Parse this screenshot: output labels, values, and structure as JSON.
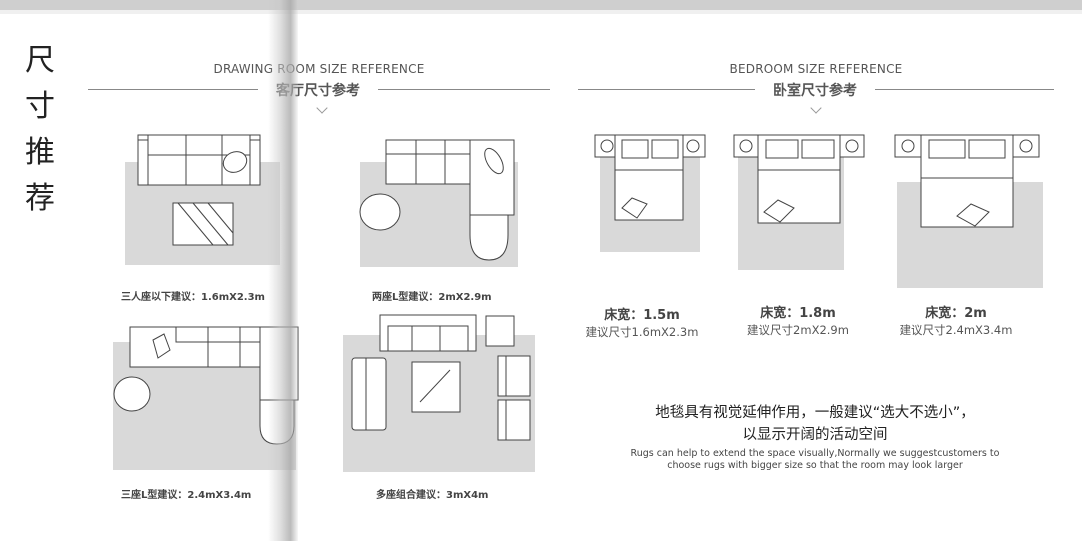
{
  "vertical_title": [
    "尺",
    "寸",
    "推",
    "荐"
  ],
  "living": {
    "title_en": "DRAWING ROOM SIZE REFERENCE",
    "title_cn": "客厅尺寸参考",
    "captions": [
      "三人座以下建议：1.6mX2.3m",
      "两座L型建议：2mX2.9m",
      "三座L型建议：2.4mX3.4m",
      "多座组合建议：3mX4m"
    ]
  },
  "bedroom": {
    "title_en": "BEDROOM SIZE REFERENCE",
    "title_cn": "卧室尺寸参考",
    "beds": [
      {
        "width": "床宽：1.5m",
        "size": "建议尺寸1.6mX2.3m"
      },
      {
        "width": "床宽：1.8m",
        "size": "建议尺寸2mX2.9m"
      },
      {
        "width": "床宽：2m",
        "size": "建议尺寸2.4mX3.4m"
      }
    ]
  },
  "note": {
    "cn_line1": "地毯具有视觉延伸作用，一般建议“选大不选小”，",
    "cn_line2": "以显示开阔的活动空间",
    "en_line1": "Rugs can help to extend the space visually,Normally we suggestcustomers to",
    "en_line2": "choose rugs with bigger size so that the room may look larger"
  },
  "colors": {
    "rug": "#d9d9d9",
    "line": "#444444",
    "rule": "#888888"
  }
}
